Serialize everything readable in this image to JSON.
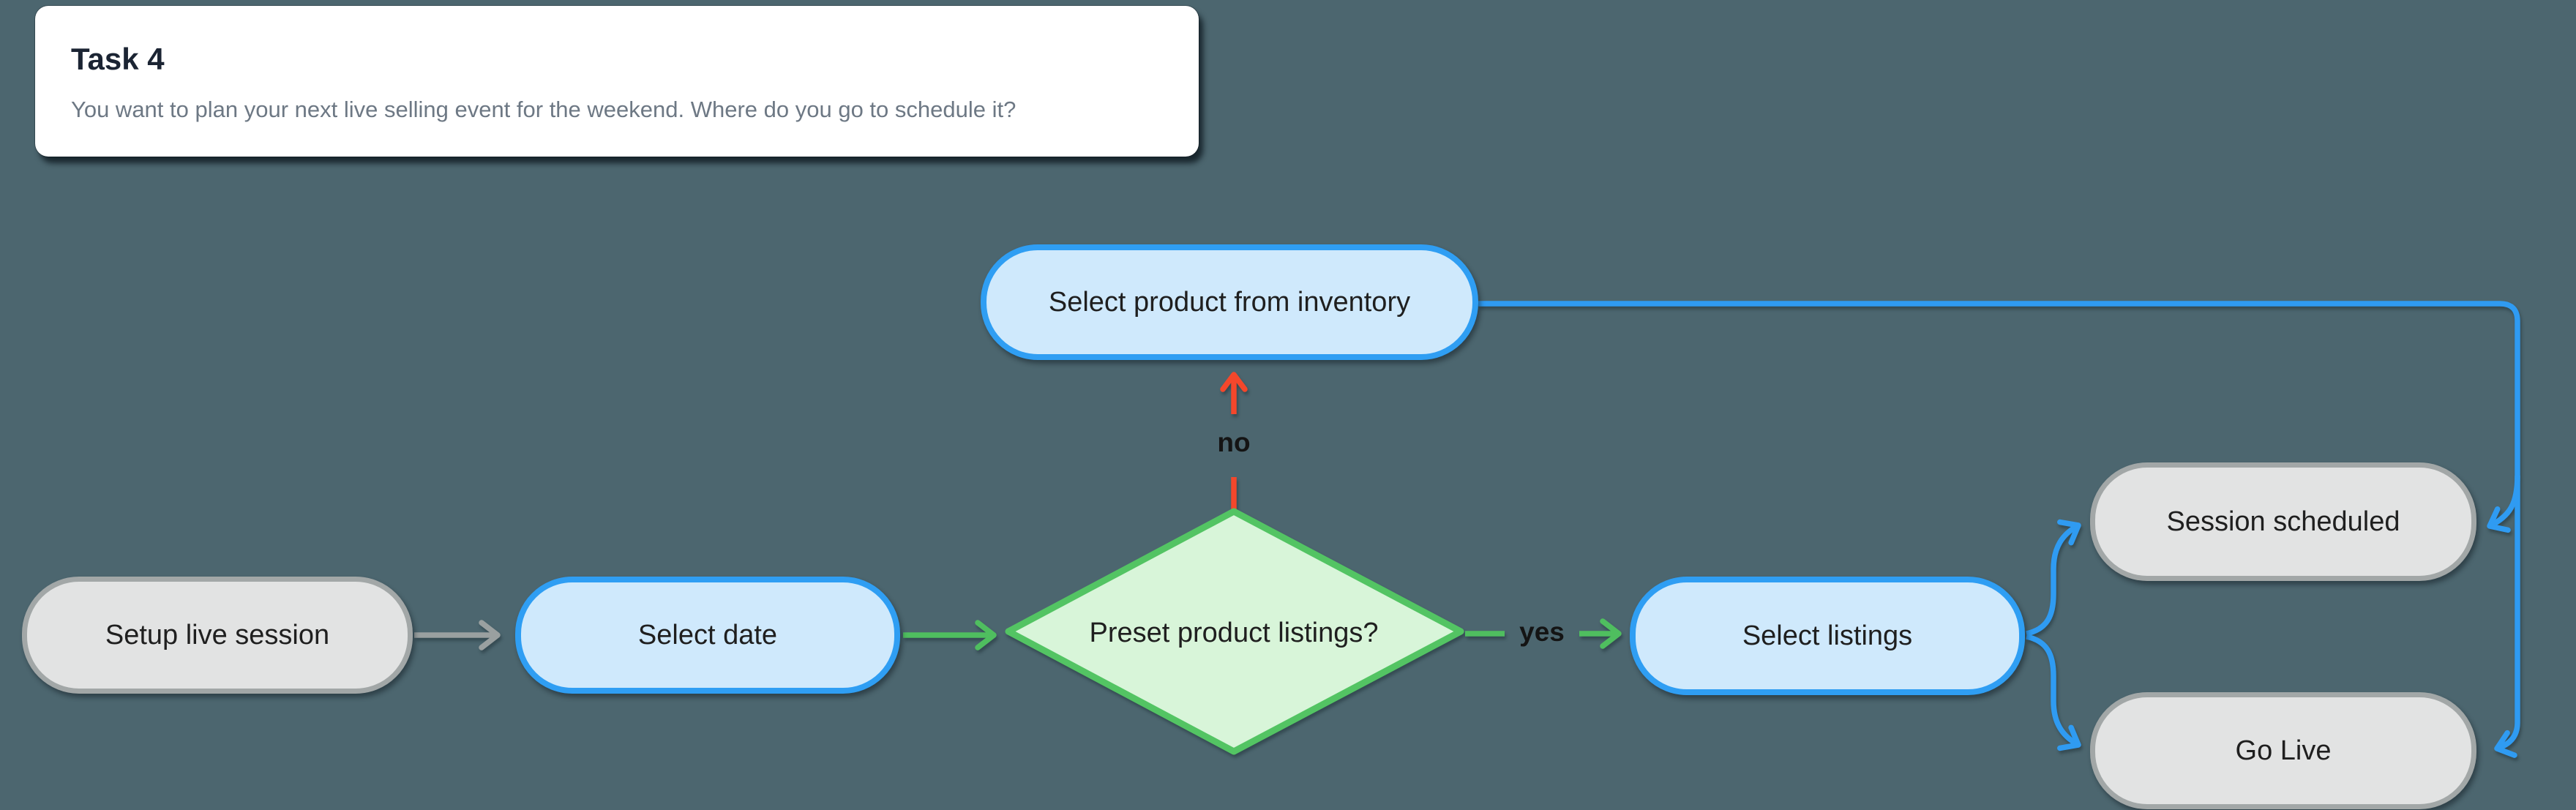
{
  "task_card": {
    "title": "Task 4",
    "description": "You want to plan your next live selling event for the weekend. Where do you go to schedule it?"
  },
  "flowchart": {
    "nodes": {
      "setup_live_session": {
        "label": "Setup live session",
        "type": "terminal-gray"
      },
      "select_date": {
        "label": "Select date",
        "type": "action-blue"
      },
      "preset_product_listings": {
        "label": "Preset product listings?",
        "type": "decision-green"
      },
      "select_product_from_inventory": {
        "label": "Select product from inventory",
        "type": "action-blue"
      },
      "select_listings": {
        "label": "Select listings",
        "type": "action-blue"
      },
      "session_scheduled": {
        "label": "Session scheduled",
        "type": "terminal-gray"
      },
      "go_live": {
        "label": "Go Live",
        "type": "terminal-gray"
      }
    },
    "edge_labels": {
      "yes": "yes",
      "no": "no"
    },
    "colors": {
      "background": "#4c666f",
      "terminal_fill": "#e2e3e3",
      "terminal_border": "#a2a7a7",
      "action_fill": "#cfe9fc",
      "action_border": "#2f9ef3",
      "decision_fill": "#d8f5d9",
      "decision_border": "#53c463",
      "edge_gray": "#9aa0a0",
      "edge_green": "#4fbe5f",
      "edge_red": "#f4472b",
      "edge_blue": "#2f9bf2",
      "node_text": "#1f1f1f",
      "edge_label_text": "#141414",
      "card_background": "#ffffff",
      "card_title_text": "#1b2433",
      "card_description_text": "#6d7884"
    }
  }
}
